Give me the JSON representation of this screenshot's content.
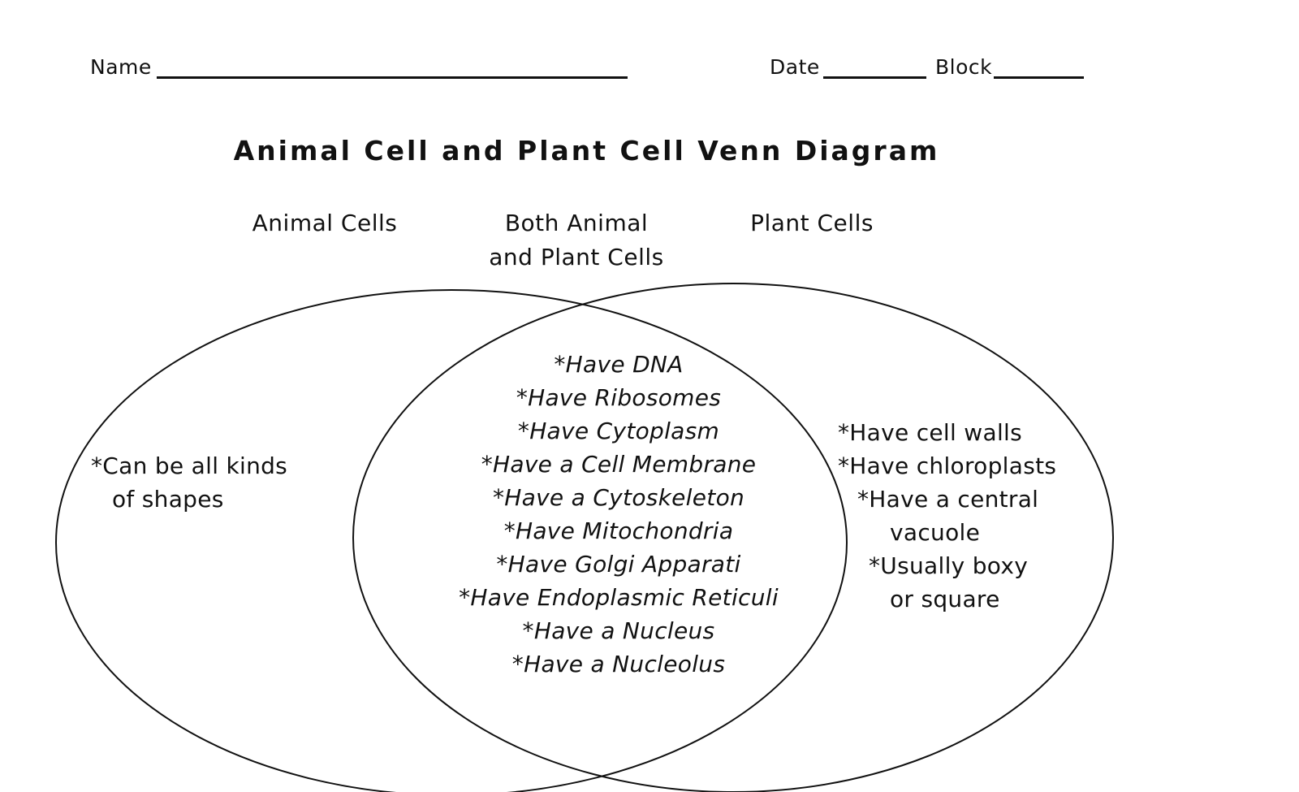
{
  "header": {
    "name_label": "Name",
    "date_label": "Date",
    "block_label": "Block"
  },
  "title": "Animal Cell and Plant Cell Venn Diagram",
  "labels": {
    "animal": "Animal Cells",
    "both_line1": "Both Animal",
    "both_line2": "and Plant Cells",
    "plant": "Plant Cells"
  },
  "animal_items": [
    "*Can be all kinds",
    "of shapes"
  ],
  "both_items": [
    "*Have DNA",
    "*Have Ribosomes",
    "*Have Cytoplasm",
    "*Have a Cell Membrane",
    "*Have a Cytoskeleton",
    "*Have Mitochondria",
    "*Have Golgi Apparati",
    "*Have Endoplasmic Reticuli",
    "*Have a Nucleus",
    "*Have a Nucleolus"
  ],
  "plant_items": [
    "*Have cell walls",
    "*Have chloroplasts",
    "*Have a central",
    "vacuole",
    "*Usually boxy",
    "or square"
  ]
}
